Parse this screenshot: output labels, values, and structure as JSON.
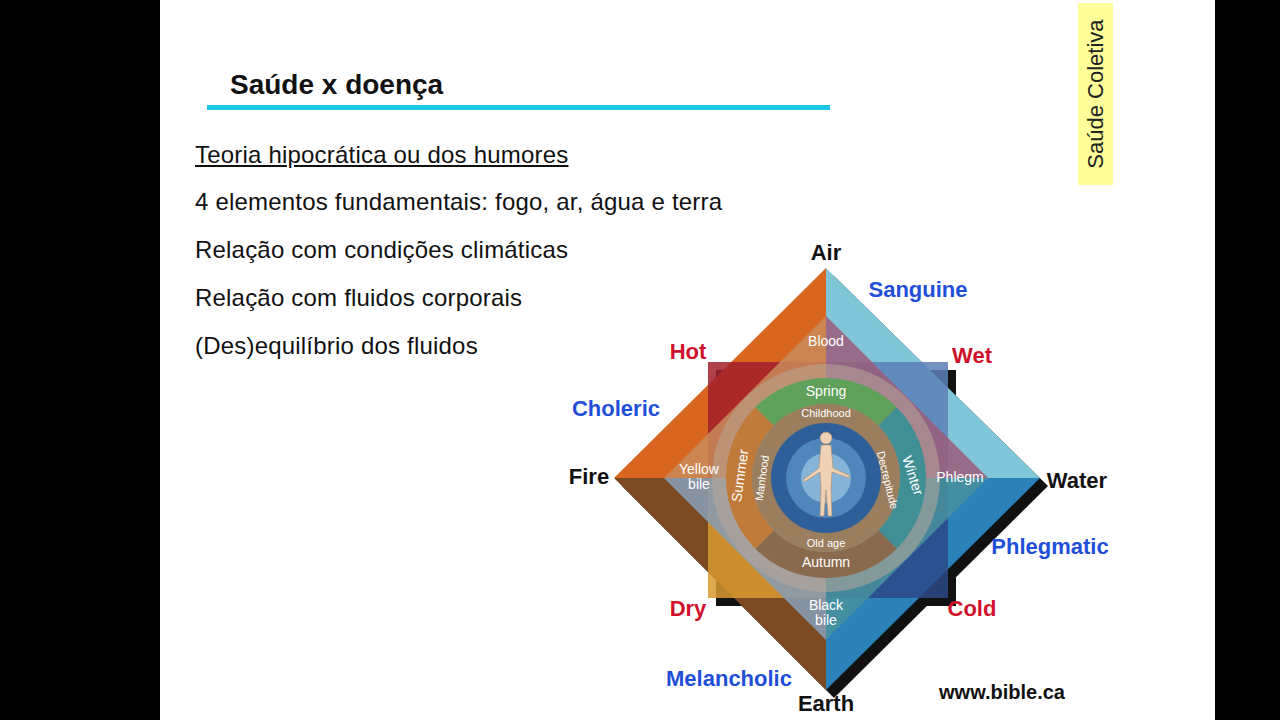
{
  "diagram": {
    "title": "Saúde x doença",
    "nodes": [
      {
        "text": [
          "Saúde Coletiva"
        ]
      }
    ],
    "labels": [
      "Teoria hipocrática ou dos humores",
      "4 elementos fundamentais: fogo, ar, água e terra",
      "Relação com condições climáticas",
      "Relação com fluidos corporais",
      "(Des)equilíbrio dos fluidos",
      "Air",
      "Sanguine",
      "Hot",
      "Wet",
      "Choleric",
      "Fire",
      "Water",
      "Phlegmatic",
      "Dry",
      "Cold",
      "Melancholic",
      "Earth",
      "www.bible.ca",
      "Blood",
      "Spring",
      "Childhood",
      "Yellow bile",
      "Summer",
      "Manhood",
      "Decrepitude",
      "Winter",
      "Phlegm",
      "Old age",
      "Autumn",
      "Black bile"
    ]
  }
}
